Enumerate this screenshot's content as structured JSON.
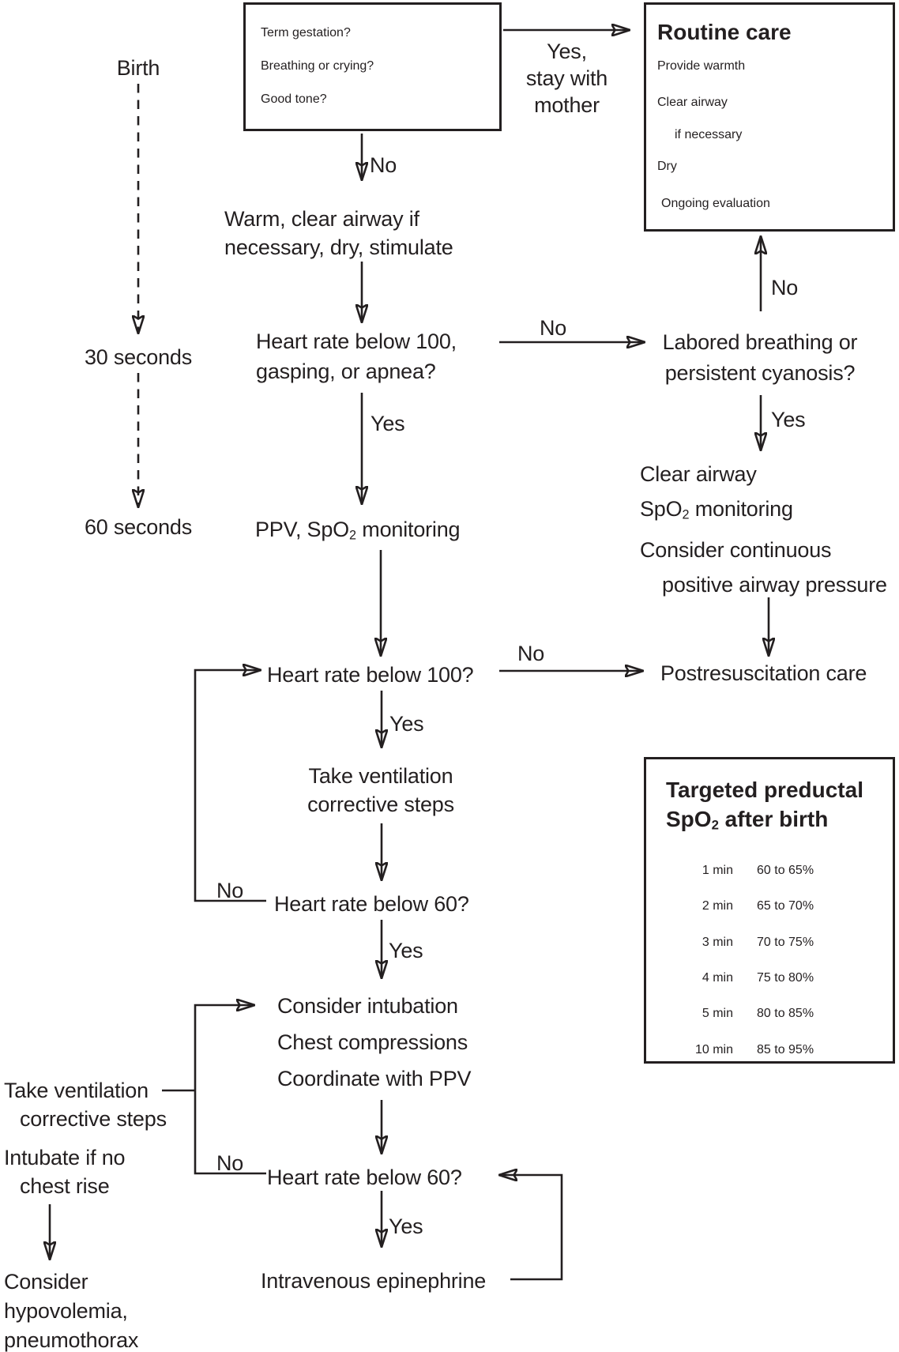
{
  "colors": {
    "ink": "#231f20",
    "background": "#ffffff"
  },
  "timeline": {
    "birth": "Birth",
    "t30": "30 seconds",
    "t60": "60 seconds"
  },
  "initial_box": {
    "line1": "Term gestation?",
    "line2": "Breathing or crying?",
    "line3": "Good tone?"
  },
  "routine_box": {
    "title": "Routine care",
    "item1": "Provide warmth",
    "item2": "Clear airway",
    "item2b": "if necessary",
    "item3": "Dry",
    "item4": "Ongoing evaluation"
  },
  "labels": {
    "no_initial": "No",
    "yes_stay1": "Yes,",
    "yes_stay2": "stay with",
    "yes_stay3": "mother",
    "no_to_labored": "No",
    "no_to_routine": "No",
    "yes_labored": "Yes",
    "yes_gasping": "Yes",
    "no_hr100": "No",
    "yes_hr100": "Yes",
    "no_hr60a": "No",
    "yes_hr60a": "Yes",
    "no_hr60b": "No",
    "yes_hr60b": "Yes"
  },
  "nodes": {
    "warm1": "Warm, clear airway if",
    "warm2": "necessary, dry, stimulate",
    "hr100q1": "Heart rate below 100,",
    "hr100q2": "gasping, or apnea?",
    "labored1": "Labored breathing or",
    "labored2": "persistent cyanosis?",
    "clear1": "Clear airway",
    "clear2_pre": "SpO",
    "clear2_sub": "2",
    "clear2_post": " monitoring",
    "clear3": "Consider continuous",
    "clear4": "positive airway pressure",
    "ppv_pre": "PPV, SpO",
    "ppv_sub": "2",
    "ppv_post": " monitoring",
    "post_care": "Postresuscitation care",
    "hr100": "Heart rate below 100?",
    "vent1": "Take ventilation",
    "vent2": "corrective steps",
    "hr60a": "Heart rate below 60?",
    "intub1": "Consider intubation",
    "intub2": "Chest compressions",
    "intub3": "Coordinate with PPV",
    "hr60b": "Heart rate below 60?",
    "epinephrine": "Intravenous epinephrine",
    "side1": "Take ventilation",
    "side2": "corrective steps",
    "side3": "Intubate if no",
    "side4": "chest rise",
    "hypo1": "Consider",
    "hypo2": "hypovolemia,",
    "hypo3": "pneumothorax"
  },
  "spo2_table": {
    "title1": "Targeted preductal",
    "title2_pre": "SpO",
    "title2_sub": "2",
    "title2_post": " after birth",
    "rows": [
      {
        "time": "1 min",
        "range": "60 to 65%"
      },
      {
        "time": "2 min",
        "range": "65 to 70%"
      },
      {
        "time": "3 min",
        "range": "70 to 75%"
      },
      {
        "time": "4 min",
        "range": "75 to 80%"
      },
      {
        "time": "5 min",
        "range": "80 to 85%"
      },
      {
        "time": "10 min",
        "range": "85 to 95%"
      }
    ]
  }
}
